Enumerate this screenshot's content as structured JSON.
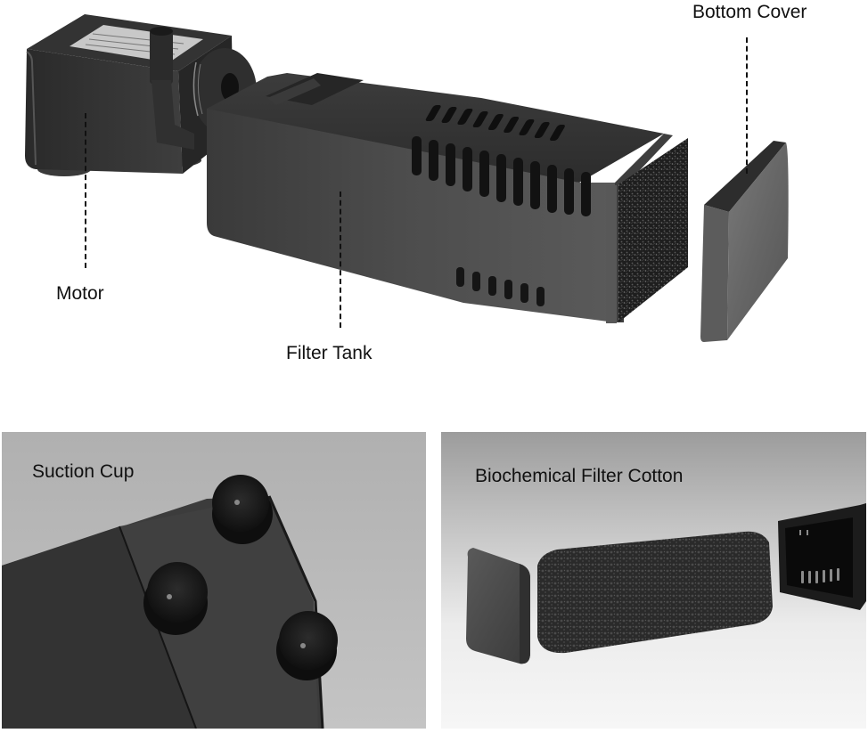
{
  "diagram": {
    "type": "product-component-callout",
    "subject": "Aquarium internal filter pump",
    "background_color": "#ffffff",
    "callouts": [
      {
        "id": "motor",
        "label": "Motor"
      },
      {
        "id": "filter_tank",
        "label": "Filter Tank"
      },
      {
        "id": "bottom_cover",
        "label": "Bottom Cover"
      }
    ],
    "detail_panels": [
      {
        "id": "suction_cup",
        "label": "Suction Cup",
        "bg_color": "#b4b4b4"
      },
      {
        "id": "filter_cotton",
        "label": "Biochemical Filter Cotton",
        "bg_color": "#a8a8a8"
      }
    ],
    "colors": {
      "product_dark": "#2e2e2e",
      "product_mid": "#4a4a4a",
      "product_light": "#6a6a6a",
      "text": "#111111"
    }
  }
}
